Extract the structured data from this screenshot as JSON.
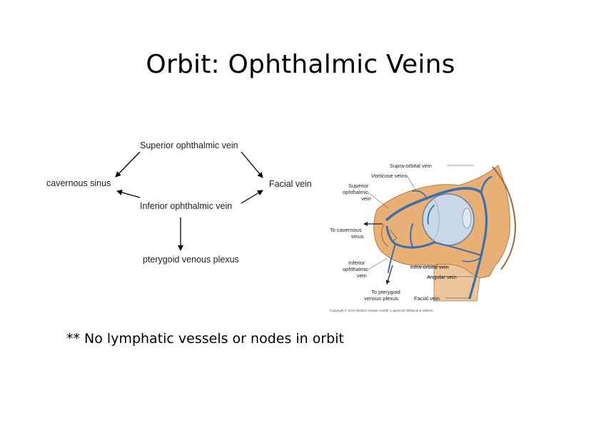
{
  "slide": {
    "title": "Orbit: Ophthalmic Veins",
    "footnote": "** No lymphatic vessels or nodes in orbit"
  },
  "flowchart": {
    "nodes": {
      "superior": "Superior  ophthalmic  vein",
      "cavernous": "cavernous sinus",
      "facial": "Facial vein",
      "inferior": "Inferior ophthalmic vein",
      "pterygoid": "pterygoid venous plexus"
    }
  },
  "figure": {
    "labels": {
      "supraorbital": "Supra-orbital vein",
      "vorticose": "Vorticose veins",
      "superior_1": "Superior",
      "superior_2": "ophthalmic",
      "superior_3": "vein",
      "to_cavernous_1": "To cavernous",
      "to_cavernous_2": "sinus",
      "inferior_1": "Inferior",
      "inferior_2": "ophthalmic",
      "inferior_3": "vein",
      "to_pterygoid_1": "To pterygoid",
      "to_pterygoid_2": "venous plexus",
      "infraorbital": "Infra-orbital vein",
      "angular": "Angular vein",
      "facial": "Facial vein"
    },
    "copyright": "Copyright © 2010 Wolters Kluwer Health | Lippincott Williams & Wilkins",
    "colors": {
      "vein": "#3a6fb0",
      "bone": "#e8b074",
      "globe": "#c8d8e8"
    }
  }
}
